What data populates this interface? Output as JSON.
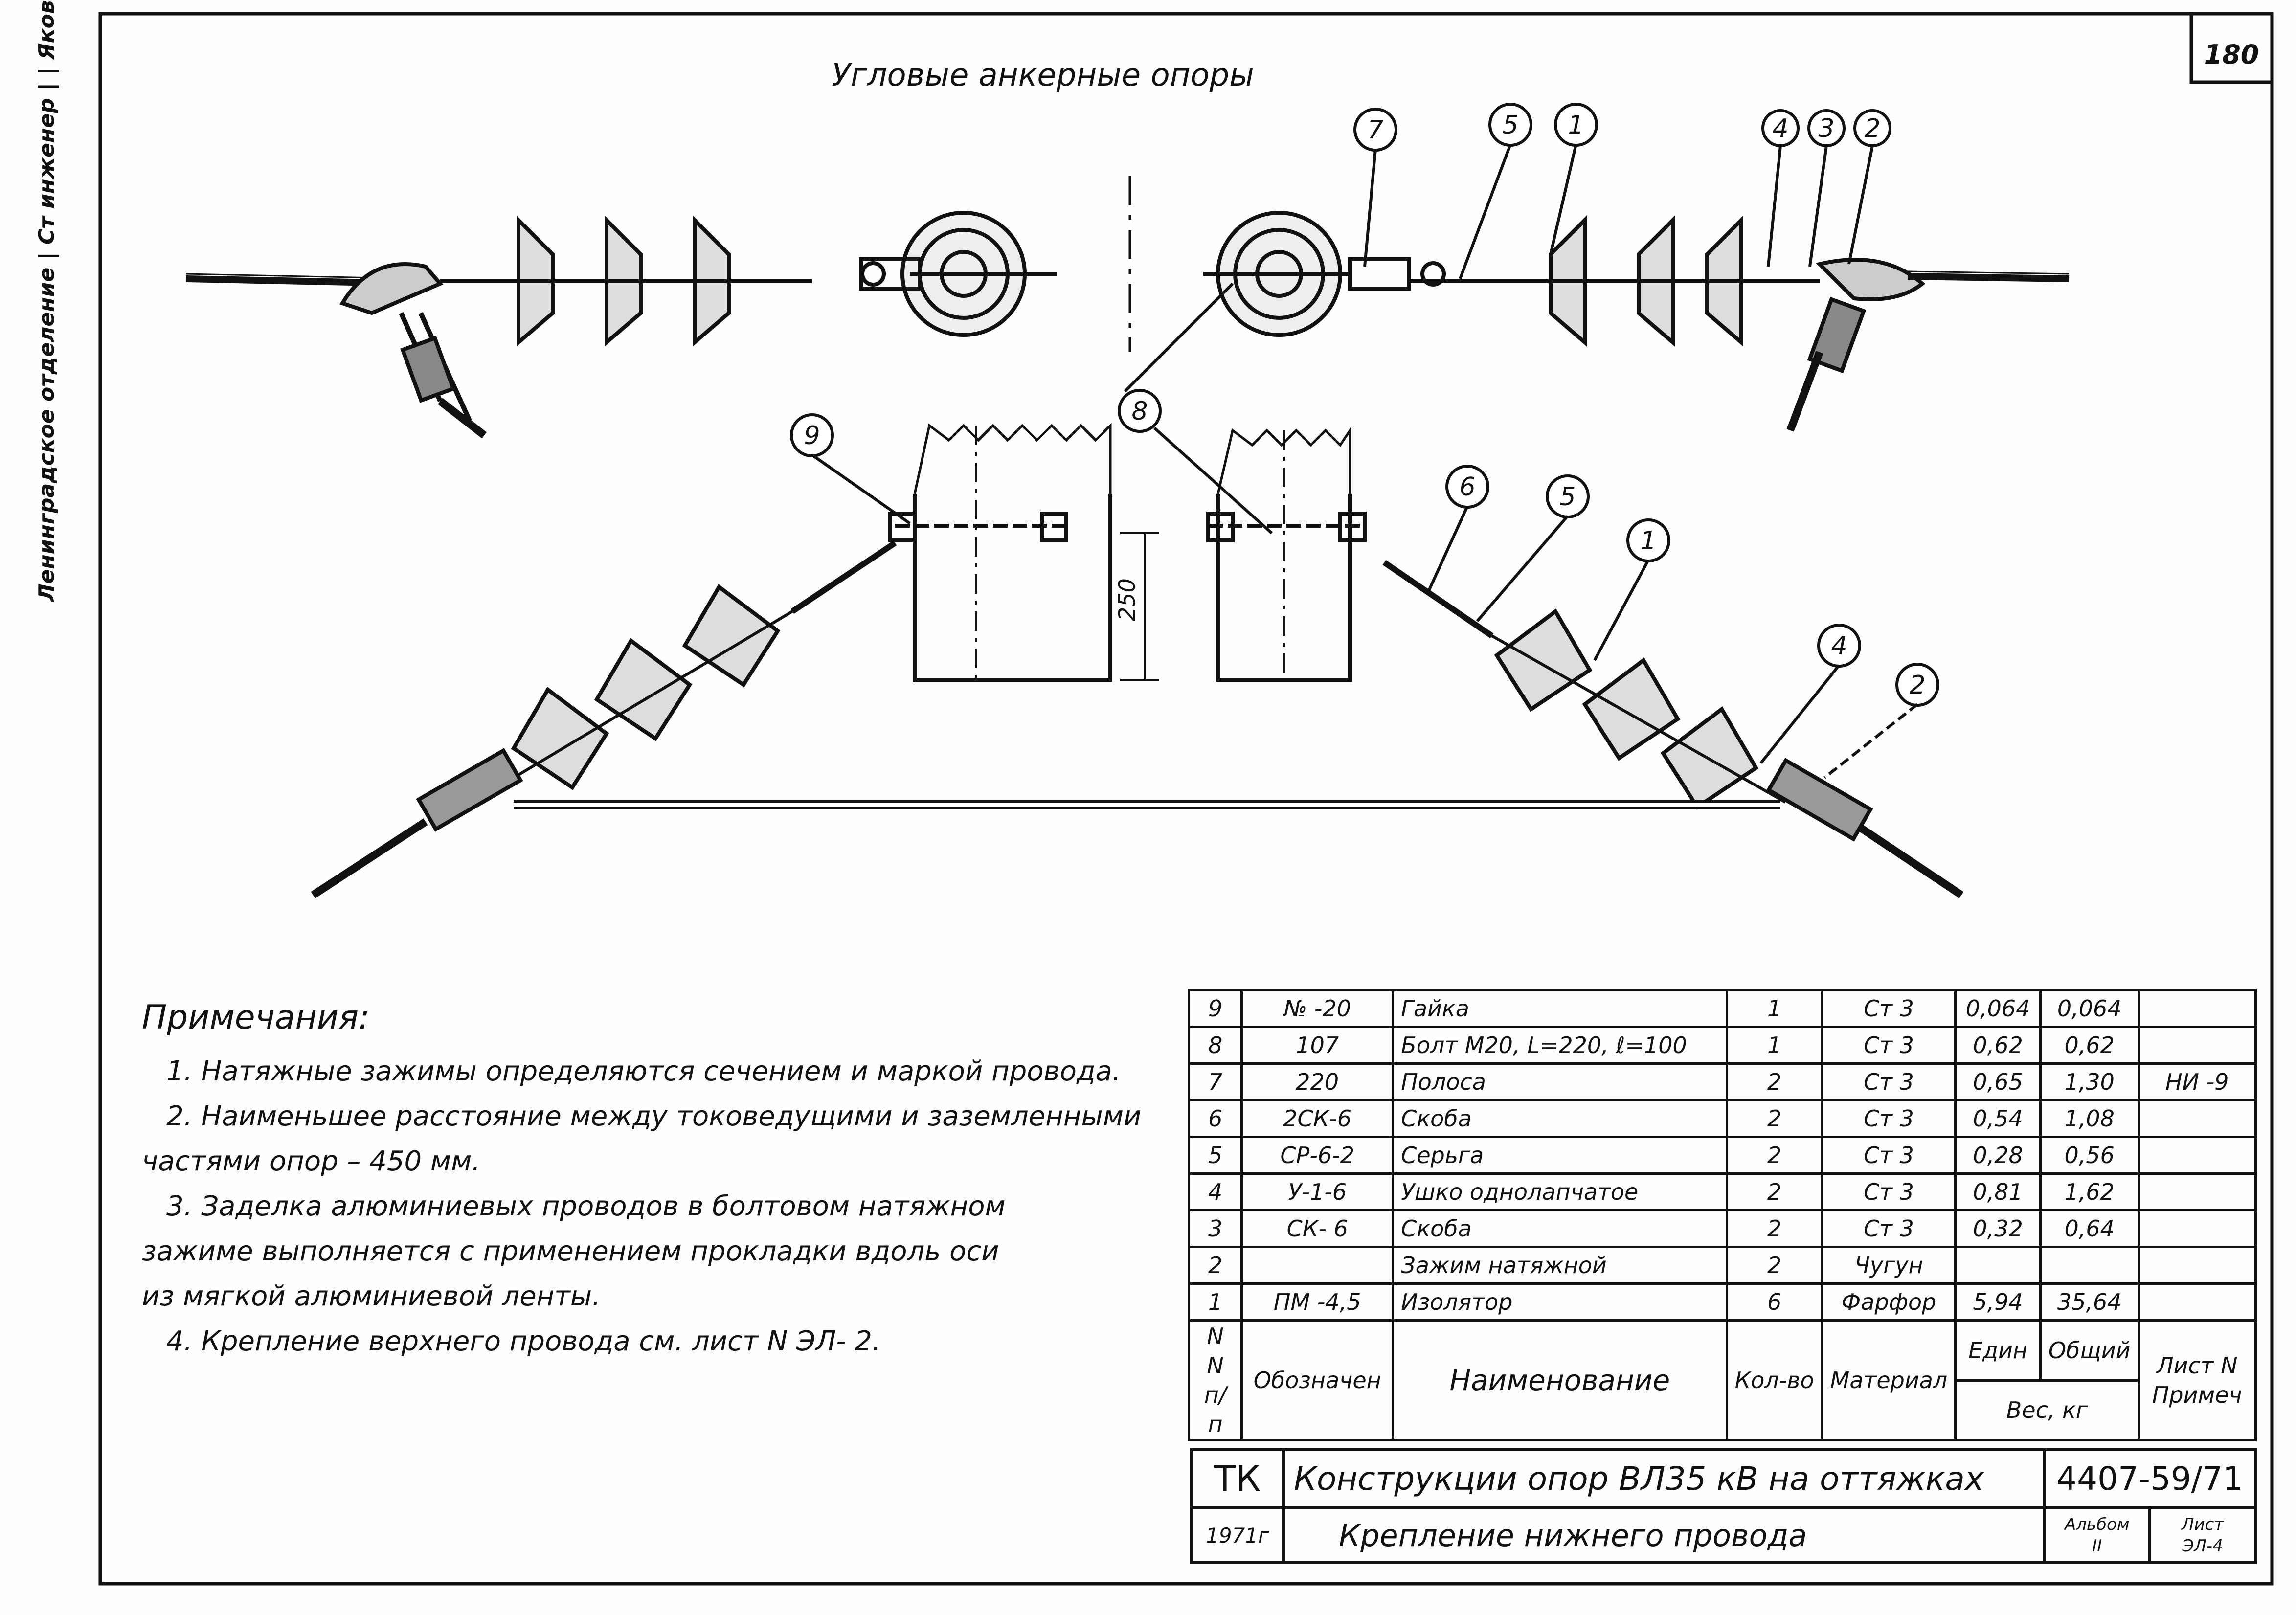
{
  "sheet_number": "180",
  "drawing_title": "Угловые   анкерные   опоры",
  "callouts_top": [
    "7",
    "5",
    "1",
    "4",
    "3",
    "2",
    "8"
  ],
  "callouts_bottom": [
    "9",
    "8",
    "6",
    "5",
    "1",
    "4",
    "2"
  ],
  "dimension_250": "250",
  "notes": {
    "title": "Примечания:",
    "lines": [
      "1. Натяжные  зажимы  определяются сечением и маркой провода.",
      "2. Наименьшее  расстояние  между токоведущими и заземленными",
      "частями  опор – 450 мм.",
      "3. Заделка  алюминиевых  проводов в  болтовом  натяжном",
      "зажиме выполняется с применением прокладки вдоль оси",
      "из мягкой  алюминиевой  ленты.",
      "4. Крепление  верхнего  провода  см.  лист N ЭЛ- 2."
    ]
  },
  "spec_table": {
    "rows": [
      {
        "n": "9",
        "designation": "№ -20",
        "name": "Гайка",
        "qty": "1",
        "material": "Ст 3",
        "unit": "0,064",
        "total": "0,064",
        "note": ""
      },
      {
        "n": "8",
        "designation": "107",
        "name": "Болт  М20,  L=220,  ℓ=100",
        "qty": "1",
        "material": "Ст 3",
        "unit": "0,62",
        "total": "0,62",
        "note": ""
      },
      {
        "n": "7",
        "designation": "220",
        "name": "Полоса",
        "qty": "2",
        "material": "Ст 3",
        "unit": "0,65",
        "total": "1,30",
        "note": "НИ -9"
      },
      {
        "n": "6",
        "designation": "2СК-6",
        "name": "Скоба",
        "qty": "2",
        "material": "Ст 3",
        "unit": "0,54",
        "total": "1,08",
        "note": ""
      },
      {
        "n": "5",
        "designation": "СР-6-2",
        "name": "Серьга",
        "qty": "2",
        "material": "Ст 3",
        "unit": "0,28",
        "total": "0,56",
        "note": ""
      },
      {
        "n": "4",
        "designation": "У-1-6",
        "name": "Ушко  однолапчатое",
        "qty": "2",
        "material": "Ст 3",
        "unit": "0,81",
        "total": "1,62",
        "note": ""
      },
      {
        "n": "3",
        "designation": "СК- 6",
        "name": "Скоба",
        "qty": "2",
        "material": "Ст 3",
        "unit": "0,32",
        "total": "0,64",
        "note": ""
      },
      {
        "n": "2",
        "designation": "",
        "name": "Зажим   натяжной",
        "qty": "2",
        "material": "Чугун",
        "unit": "",
        "total": "",
        "note": ""
      },
      {
        "n": "1",
        "designation": "ПМ -4,5",
        "name": "Изолятор",
        "qty": "6",
        "material": "Фарфор",
        "unit": "5,94",
        "total": "35,64",
        "note": ""
      }
    ],
    "headers": {
      "n": "N N п/п",
      "designation": "Обозначен",
      "name": "Наименование",
      "qty": "Кол-во",
      "material": "Материал",
      "unit": "Един",
      "total": "Общий",
      "weight": "Вес,  кг",
      "note": "Лист N Примеч"
    }
  },
  "title_block": {
    "org": "ТК",
    "year": "1971г",
    "title": "Конструкции  опор  ВЛ35 кВ  на  оттяжках",
    "subtitle": "Крепление  нижнего  провода",
    "code": "4407-59/71",
    "album_label": "Альбом",
    "album_value": "II",
    "sheet_label": "Лист",
    "sheet_value": "ЭЛ-4"
  },
  "side_stamp": {
    "text": "Ленинградское отделение  | Ст инженер |            | Яковлев | Ст техник |            | Карпова"
  }
}
